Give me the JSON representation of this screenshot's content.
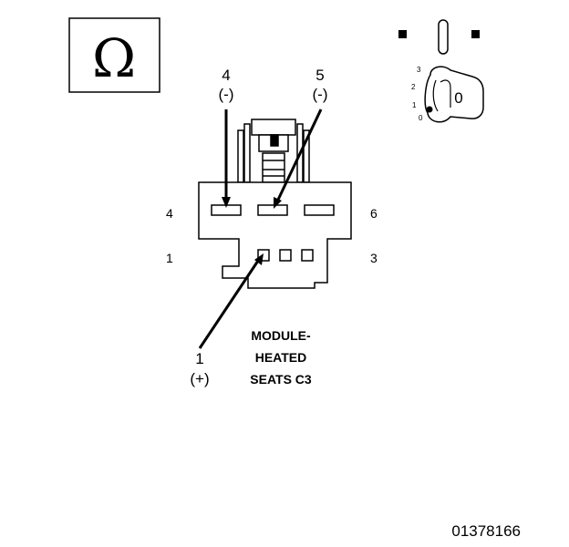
{
  "ohm_symbol": "Ω",
  "ignition": {
    "key_text": "0",
    "positions": [
      "3",
      "2",
      "1",
      "0"
    ]
  },
  "connector": {
    "name_lines": [
      "MODULE-",
      "HEATED",
      "SEATS C3"
    ],
    "cavity_labels": {
      "top_left": "4",
      "top_right": "6",
      "bottom_left": "1",
      "bottom_right": "3"
    }
  },
  "probes": [
    {
      "pin": "4",
      "polarity": "(-)"
    },
    {
      "pin": "5",
      "polarity": "(-)"
    },
    {
      "pin": "1",
      "polarity": "(+)"
    }
  ],
  "figure_code": "01378166"
}
